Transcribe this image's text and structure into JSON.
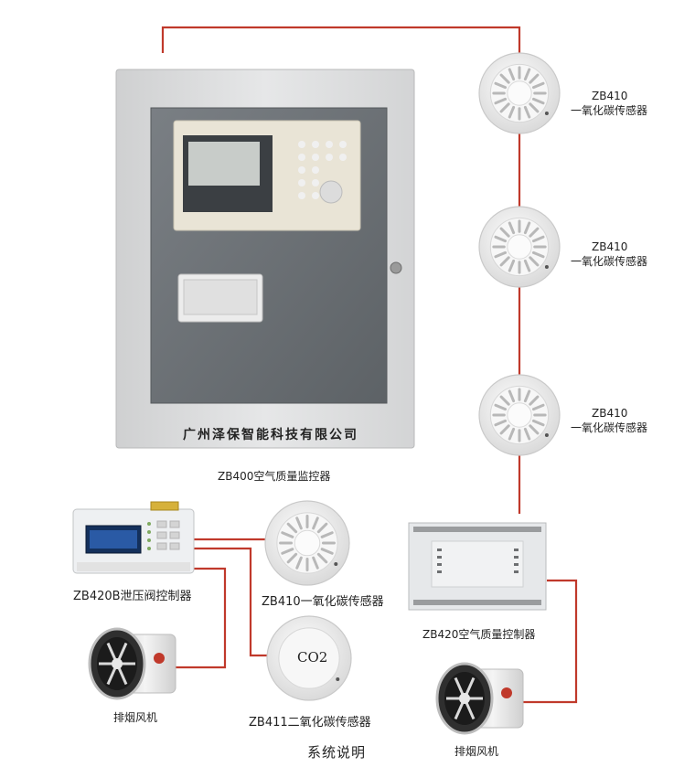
{
  "colors": {
    "wire": "#c0392b",
    "cabinet": "#dcdcdc",
    "panel": "#6e7378",
    "sensor": "#f3f3f3",
    "fan": "#e6e6e6"
  },
  "cabinet": {
    "company": "广州泽保智能科技有限公司",
    "caption": "ZB400空气质量监控器"
  },
  "sensors_right": [
    {
      "model": "ZB410",
      "name": "一氧化碳传感器"
    },
    {
      "model": "ZB410",
      "name": "一氧化碳传感器"
    },
    {
      "model": "ZB410",
      "name": "一氧化碳传感器"
    }
  ],
  "controller_left": {
    "caption": "ZB420B泄压阀控制器"
  },
  "sensor_co": {
    "caption": "ZB410一氧化碳传感器"
  },
  "sensor_co2": {
    "caption": "ZB411二氧化碳传感器",
    "marking": "CO2"
  },
  "controller_right": {
    "caption": "ZB420空气质量控制器"
  },
  "fan_left": {
    "caption": "排烟风机"
  },
  "fan_right": {
    "caption": "排烟风机"
  },
  "footer": {
    "title": "系统说明"
  }
}
